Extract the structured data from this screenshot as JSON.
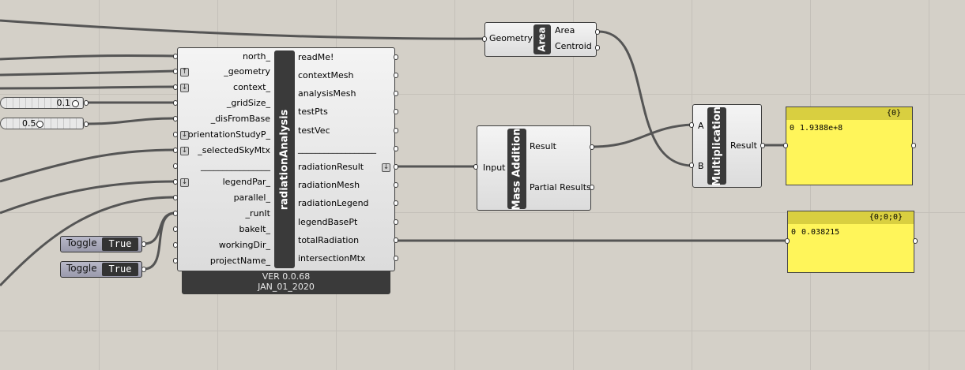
{
  "radiation_analysis": {
    "name": "radiationAnalysis",
    "inputs": [
      "north_",
      "_geometry",
      "context_",
      "_gridSize_",
      "_disFromBase",
      "orientationStudyP_",
      "_selectedSkyMtx",
      "________________",
      "legendPar_",
      "parallel_",
      "_runIt",
      "bakeIt_",
      "workingDir_",
      "projectName_"
    ],
    "outputs": [
      "readMe!",
      "contextMesh",
      "analysisMesh",
      "testPts",
      "testVec",
      "__________________",
      "radiationResult",
      "radiationMesh",
      "radiationLegend",
      "legendBasePt",
      "totalRadiation",
      "intersectionMtx"
    ],
    "version": "VER 0.0.68",
    "date": "JAN_01_2020"
  },
  "area": {
    "name": "Area",
    "inputs": [
      "Geometry"
    ],
    "outputs": [
      "Area",
      "Centroid"
    ]
  },
  "mass_addition": {
    "name": "Mass Addition",
    "inputs": [
      "Input"
    ],
    "outputs": [
      "Result",
      "Partial Results"
    ]
  },
  "multiplication": {
    "name": "Multiplication",
    "inputs": [
      "A",
      "B"
    ],
    "outputs": [
      "Result"
    ]
  },
  "sliders": [
    {
      "value": "0.1"
    },
    {
      "value": "0.5"
    }
  ],
  "toggles": [
    {
      "label": "Toggle",
      "value": "True"
    },
    {
      "label": "Toggle",
      "value": "True"
    }
  ],
  "panels": [
    {
      "header": "{0}",
      "index": "0",
      "value": "1.9388e+8"
    },
    {
      "header": "{0;0;0}",
      "index": "0",
      "value": "0.038215"
    }
  ],
  "colors": {
    "canvas": "#d4d0c8",
    "panel": "#fff55a",
    "wire": "#555555"
  }
}
